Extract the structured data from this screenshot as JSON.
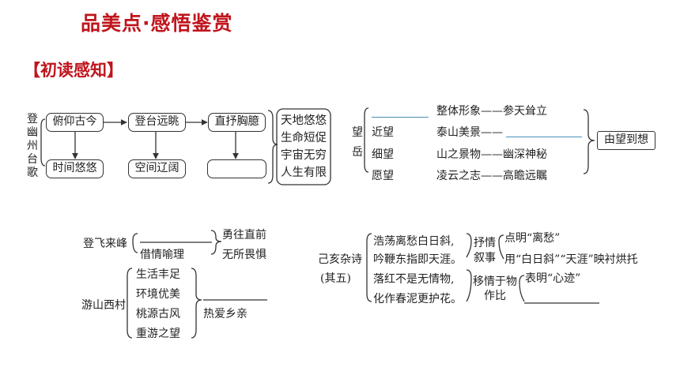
{
  "header": {
    "title": "品美点·感悟鉴赏",
    "section": "【初读感知】"
  },
  "poem1": {
    "name": "登幽州台歌",
    "chars": [
      "登",
      "幽",
      "州",
      "台",
      "歌"
    ],
    "top": [
      "俯仰古今",
      "登台远眺",
      "直抒胸臆"
    ],
    "bottom": [
      "时间悠悠",
      "空间辽阔"
    ],
    "right": [
      "天地悠悠",
      "生命短促",
      "宇宙无穷",
      "人生有限"
    ]
  },
  "poem2": {
    "name": "望岳",
    "chars": [
      "望",
      "岳"
    ],
    "views": [
      {
        "label": "",
        "desc": "整体形象——参天耸立"
      },
      {
        "label": "近望",
        "desc": "泰山美景——"
      },
      {
        "label": "细望",
        "desc": "山之景物——幽深神秘"
      },
      {
        "label": "愿望",
        "desc": "凌云之志——高瞻远瞩"
      }
    ],
    "conclusion": "由望到想"
  },
  "poem3": {
    "name": "登飞来峰",
    "item": "借情喻理",
    "results": [
      "勇往直前",
      "无所畏惧"
    ]
  },
  "poem4": {
    "name": "游山西村",
    "items": [
      "生活丰足",
      "环境优美",
      "桃源古风",
      "重游之望"
    ],
    "result": "热爱乡亲"
  },
  "poem5": {
    "name": "己亥杂诗",
    "sub": "(其五)",
    "lines": [
      "浩荡离愁白日斜,",
      "吟鞭东指即天涯。",
      "落红不是无情物,",
      "化作春泥更护花。"
    ],
    "method1": [
      "抒情",
      "叙事"
    ],
    "method1_notes": [
      "点明“离愁”",
      "用“白日斜”“天涯”映衬烘托"
    ],
    "method2": [
      "移情于物",
      "作比"
    ],
    "method2_note": "表明“心迹”"
  }
}
